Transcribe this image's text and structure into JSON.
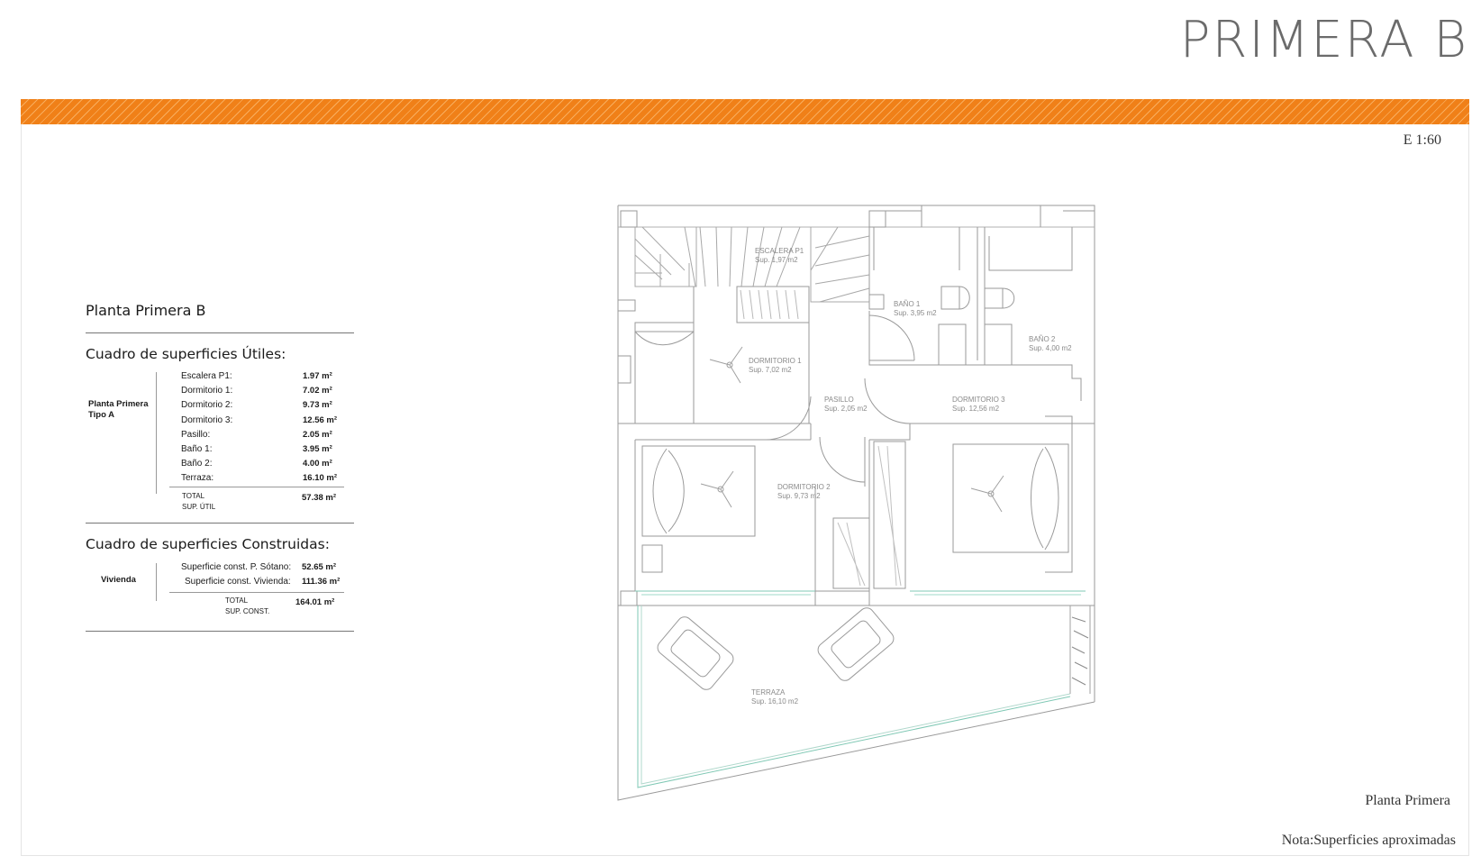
{
  "header": {
    "title": "PRIMERA B"
  },
  "scale": "E 1:60",
  "plan_caption": "Planta Primera",
  "note": "Nota:Superficies aproximadas",
  "panel": {
    "title": "Planta Primera B",
    "utiles": {
      "heading": "Cuadro de superficies Útiles:",
      "group_label": [
        "Planta Primera",
        "Tipo A"
      ],
      "rows": [
        {
          "label": "Escalera P1:",
          "value": "1.97 m²"
        },
        {
          "label": "Dormitorio 1:",
          "value": "7.02 m²"
        },
        {
          "label": "Dormitorio 2:",
          "value": "9.73 m²"
        },
        {
          "label": "Dormitorio 3:",
          "value": "12.56 m²"
        },
        {
          "label": "Pasillo:",
          "value": "2.05 m²"
        },
        {
          "label": "Baño 1:",
          "value": "3.95 m²"
        },
        {
          "label": "Baño 2:",
          "value": "4.00 m²"
        },
        {
          "label": "Terraza:",
          "value": "16.10 m²"
        }
      ],
      "total_label": [
        "TOTAL",
        "SUP. ÚTIL"
      ],
      "total_value": "57.38 m²"
    },
    "construidas": {
      "heading": "Cuadro de superficies Construidas:",
      "group_label": "Vivienda",
      "rows": [
        {
          "label": "Superficie const. P. Sótano:",
          "value": "52.65 m²"
        },
        {
          "label": "Superficie const. Vivienda:",
          "value": "111.36 m²"
        }
      ],
      "total_label": [
        "TOTAL",
        "SUP. CONST."
      ],
      "total_value": "164.01 m²"
    }
  },
  "rooms": [
    {
      "name": "ESCALERA P1",
      "area": "Sup. 1,97 m2"
    },
    {
      "name": "BAÑO 1",
      "area": "Sup. 3,95 m2"
    },
    {
      "name": "BAÑO 2",
      "area": "Sup. 4,00 m2"
    },
    {
      "name": "DORMITORIO 1",
      "area": "Sup. 7,02 m2"
    },
    {
      "name": "PASILLO",
      "area": "Sup. 2,05 m2"
    },
    {
      "name": "DORMITORIO 3",
      "area": "Sup. 12,56 m2"
    },
    {
      "name": "DORMITORIO 2",
      "area": "Sup. 9,73 m2"
    },
    {
      "name": "TERRAZA",
      "area": "Sup. 16,10 m2"
    }
  ],
  "colors": {
    "accent": "#f08018",
    "title": "#6b6b6b",
    "plan_line": "#9a9a9a",
    "glazing": "#7fc8b4"
  }
}
